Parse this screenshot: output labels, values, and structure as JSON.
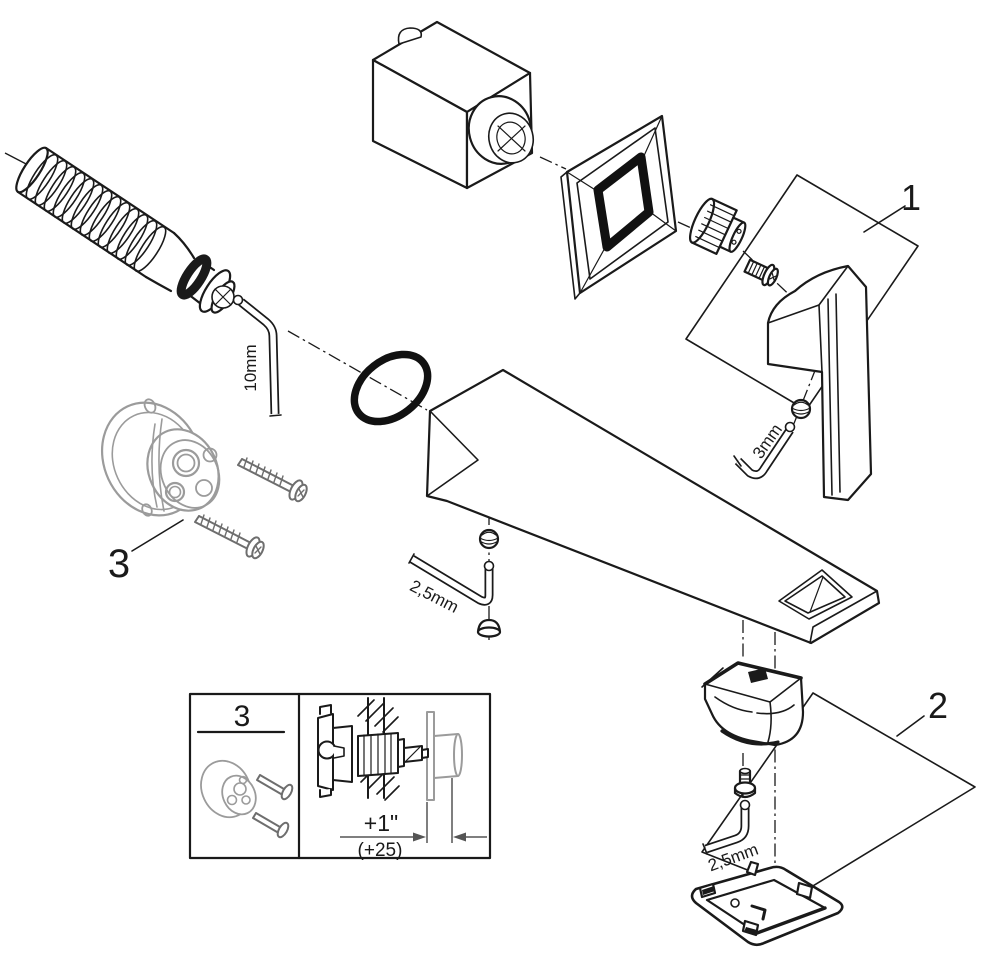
{
  "diagram": {
    "type": "exploded-parts-diagram",
    "callouts": {
      "c1": "1",
      "c2": "2",
      "c3": "3"
    },
    "tools": {
      "hex10": "10mm",
      "hex3": "3mm",
      "hex25_spout": "2,5mm",
      "hex25_bottom": "2,5mm"
    },
    "inset": {
      "number": "3",
      "dim_inch": "+1\"",
      "dim_mm": "(+25)"
    },
    "colors": {
      "line": "#1a1a1a",
      "reference_grey": "#9b9b9b",
      "dimension": "#555555",
      "background": "#ffffff"
    }
  }
}
